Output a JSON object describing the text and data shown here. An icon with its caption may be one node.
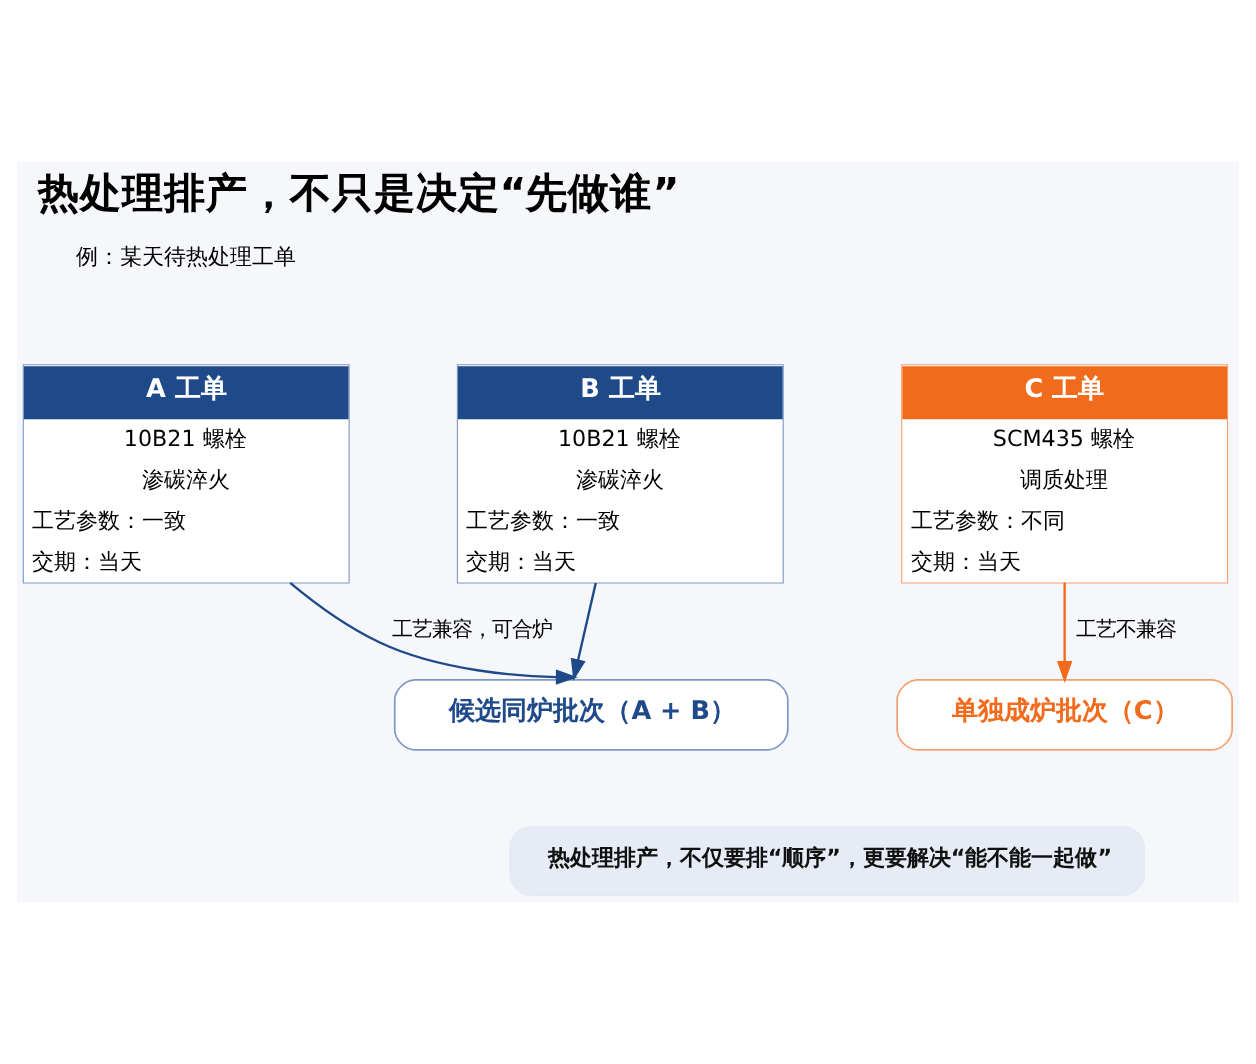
{
  "diagram": {
    "title": "热处理排产，不只是决定“先做谁”",
    "nodes": [
      {
        "text": [
          "A 工单",
          "10B21 螺栓",
          "渗碳淬火",
          "工艺参数：一致",
          "交期：当天"
        ]
      },
      {
        "text": [
          "B 工单",
          "10B21 螺栓",
          "渗碳淬火",
          "工艺参数：一致",
          "交期：当天"
        ]
      },
      {
        "text": [
          "C 工单",
          "SCM435 螺栓",
          "调质处理",
          "工艺参数：不同",
          "交期：当天"
        ]
      },
      {
        "text": [
          "候选同炉批次（A + B）"
        ]
      },
      {
        "text": [
          "单独成炉批次（C）"
        ]
      },
      {
        "text": [
          "热处理排产，不仅要排“顺序”，更要解决“能不能一起做”"
        ]
      }
    ],
    "edges": [
      {
        "from": 0,
        "to": 3,
        "arrow": "to",
        "label": "工艺兼容，可合炉"
      },
      {
        "from": 1,
        "to": 3,
        "arrow": "to"
      },
      {
        "from": 2,
        "to": 4,
        "arrow": "to",
        "label": "工艺不兼容",
        "color": "#f26b1d"
      }
    ],
    "labels": [
      "例：某天待热处理工单"
    ]
  }
}
